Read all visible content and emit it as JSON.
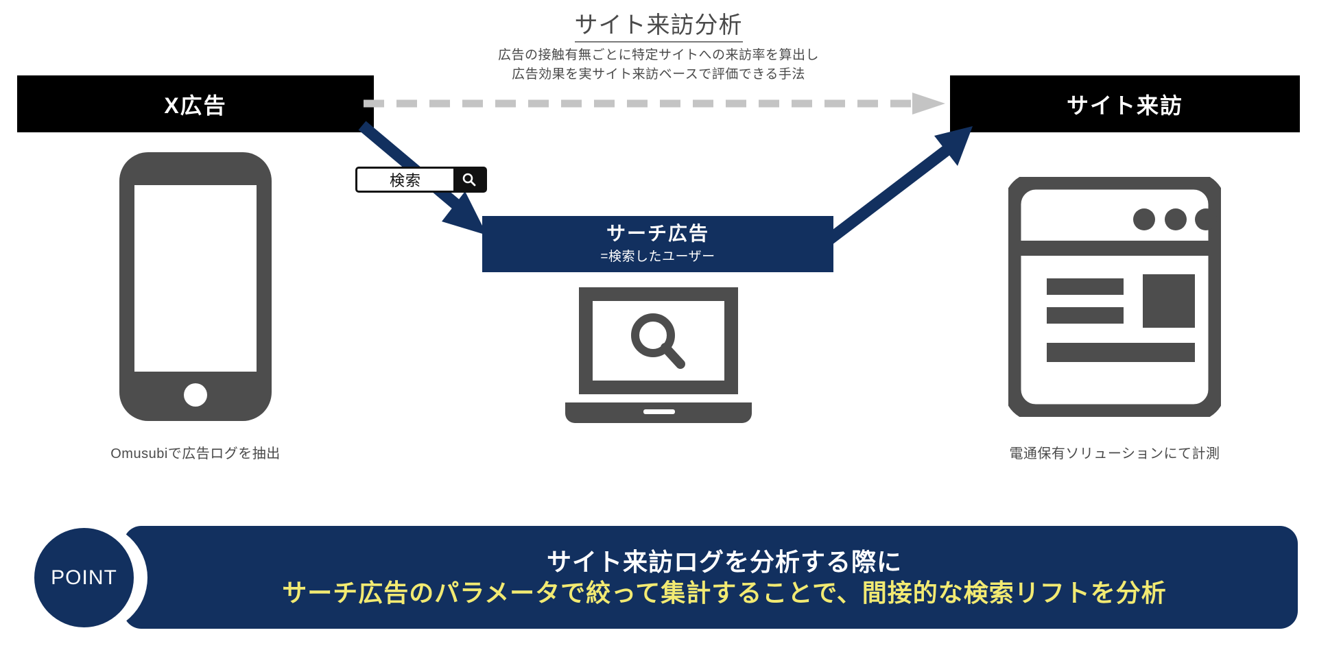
{
  "analysis": {
    "title": "サイト来訪分析",
    "subtitle_line_1": "広告の接触有無ごとに特定サイトへの来訪率を算出し",
    "subtitle_line_2": "広告効果を実サイト来訪ベースで評価できる手法"
  },
  "boxes": {
    "x_ads_label": "X広告",
    "site_visit_label": "サイト来訪",
    "search_ads_title": "サーチ広告",
    "search_ads_subtitle": "=検索したユーザー"
  },
  "search_widget": {
    "text": "検索",
    "icon": "magnifier-icon"
  },
  "captions": {
    "left": "Omusubiで広告ログを抽出",
    "right": "電通保有ソリューションにて計測"
  },
  "icons": {
    "phone": "smartphone-icon",
    "laptop": "laptop-search-icon",
    "browser": "browser-window-icon",
    "flow_dashed": "dashed-arrow-right-icon",
    "flow_arrow_down": "navy-arrow-down-right-icon",
    "flow_arrow_up": "navy-arrow-up-right-icon"
  },
  "point_banner": {
    "badge_label": "POINT",
    "line_1": "サイト来訪ログを分析する際に",
    "line_2": "サーチ広告のパラメータで絞って集計することで、間接的な検索リフトを分析"
  },
  "colors": {
    "navy": "#12305f",
    "black": "#000000",
    "yellow": "#f2ea72",
    "gray_text": "#4a4a4a",
    "icon_gray": "#4d4d4d",
    "dashed_gray": "#c4c4c4"
  }
}
